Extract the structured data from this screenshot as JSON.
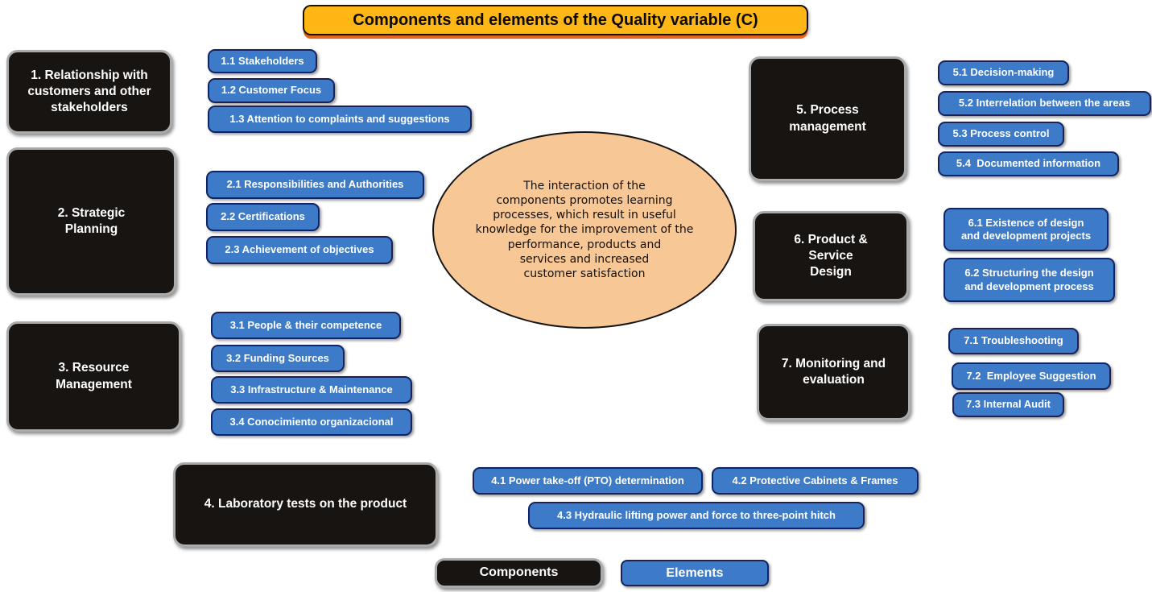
{
  "title": "Components and elements of the Quality variable (C)",
  "ellipse": {
    "text": "The interaction of the\ncomponents promotes learning\nprocesses, which result in useful\nknowledge for the improvement of the\nperformance, products and\nservices and increased\ncustomer satisfaction"
  },
  "groups": {
    "g1": {
      "component": "1. Relationship with\ncustomers and other\nstakeholders",
      "elements": [
        "1.1 Stakeholders",
        "1.2 Customer Focus",
        "1.3 Attention to complaints and suggestions"
      ]
    },
    "g2": {
      "component": "2. Strategic\nPlanning",
      "elements": [
        "2.1 Responsibilities and Authorities",
        "2.2 Certifications",
        "2.3 Achievement of objectives"
      ]
    },
    "g3": {
      "component": "3. Resource\nManagement",
      "elements": [
        "3.1 People & their competence",
        "3.2 Funding Sources",
        "3.3 Infrastructure & Maintenance",
        "3.4 Conocimiento organizacional"
      ]
    },
    "g4": {
      "component": "4. Laboratory tests on the product",
      "elements": [
        "4.1 Power take-off (PTO) determination",
        "4.2 Protective Cabinets & Frames",
        "4.3 Hydraulic lifting power and force to three-point hitch"
      ]
    },
    "g5": {
      "component": "5. Process\nmanagement",
      "elements": [
        "5.1 Decision-making",
        "5.2 Interrelation between the areas",
        "5.3 Process control",
        "5.4  Documented information"
      ]
    },
    "g6": {
      "component": "6. Product &\nService\nDesign",
      "elements": [
        "6.1 Existence of design\nand development projects",
        "6.2 Structuring the design\nand development process"
      ]
    },
    "g7": {
      "component": "7. Monitoring and\nevaluation",
      "elements": [
        "7.1 Troubleshooting",
        "7.2  Employee Suggestion",
        "7.3 Internal Audit"
      ]
    }
  },
  "legend": {
    "components_label": "Components",
    "elements_label": "Elements"
  },
  "colors": {
    "title_bg": "#FFB715",
    "title_shadow": "#E4641F",
    "title_border": "#1A1208",
    "component_bg": "#181412",
    "component_border": "#ABABAB",
    "component_text": "#FFFFFF",
    "element_bg": "#3D7AC7",
    "element_border": "#152461",
    "element_text": "#FFFFFF",
    "ellipse_bg": "#F7C795",
    "ellipse_border": "#151515",
    "page_bg": "#FFFFFF"
  }
}
